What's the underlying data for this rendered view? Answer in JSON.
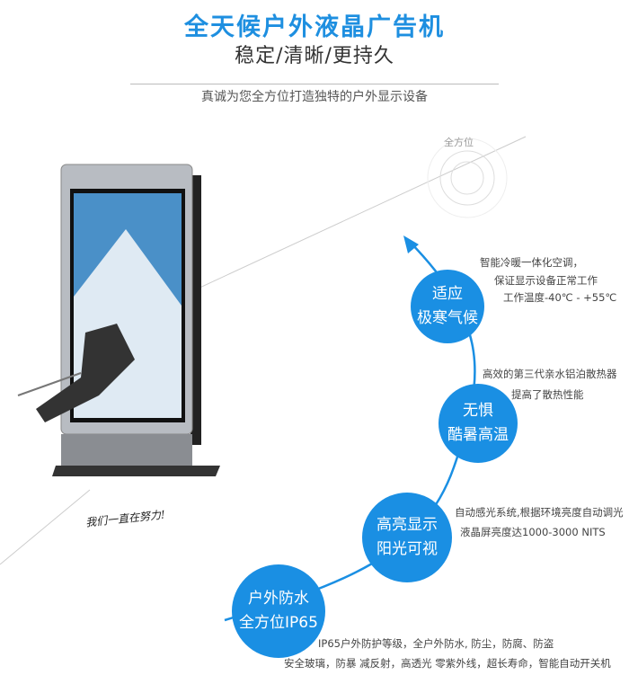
{
  "header": {
    "title": "全天候户外液晶广告机",
    "subtitle": "稳定/清晰/更持久",
    "tagline": "真诚为您全方位打造独特的户外显示设备"
  },
  "target_label": "全方位",
  "slogan": "我们一直在努力!",
  "accent": "#1a8fe3",
  "features": [
    {
      "line1": "适应",
      "line2": "极寒气候",
      "notes": [
        "智能冷暖一体化空调，",
        "保证显示设备正常工作",
        "工作温度-40℃ - +55℃"
      ]
    },
    {
      "line1": "无惧",
      "line2": "酷暑高温",
      "notes": [
        "高效的第三代亲水铝泊散热器",
        "提高了散热性能"
      ]
    },
    {
      "line1": "高亮显示",
      "line2": "阳光可视",
      "notes": [
        "自动感光系统,根据环境亮度自动调光",
        "液晶屏亮度达1000-3000 NITS"
      ]
    },
    {
      "line1": "户外防水",
      "line2": "全方位IP65",
      "notes": [
        "IP65户外防护等级，全户外防水, 防尘，防腐、防盗",
        "安全玻璃，防暴 减反射，高透光 零紫外线，超长寿命，智能自动开关机"
      ]
    }
  ]
}
